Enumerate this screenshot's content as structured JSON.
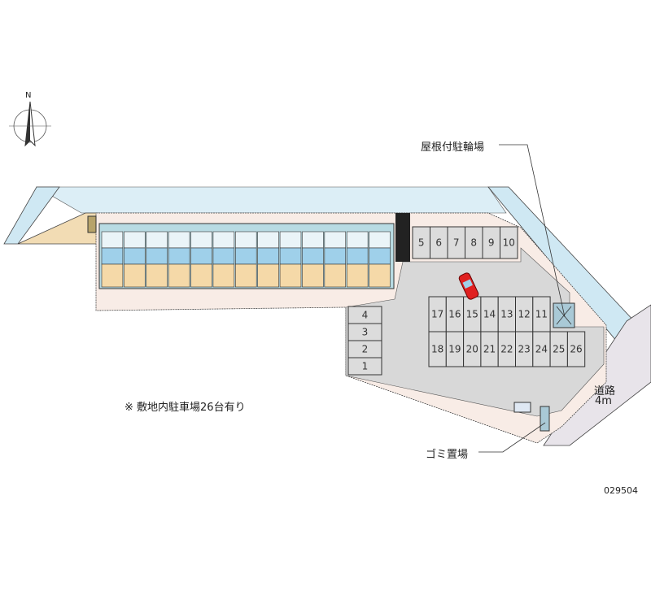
{
  "compass": {
    "label": "N"
  },
  "labels": {
    "bicycle_parking": "屋根付駐輪場",
    "garbage": "ゴミ置場",
    "road_name": "道路",
    "road_width": "4m",
    "note": "※ 敷地内駐車場26台有り",
    "property_id": "029504"
  },
  "parking": {
    "top_row": [
      "5",
      "6",
      "7",
      "8",
      "9",
      "10"
    ],
    "middle_row": [
      "17",
      "16",
      "15",
      "14",
      "13",
      "12",
      "11"
    ],
    "bottom_row": [
      "18",
      "19",
      "20",
      "21",
      "22",
      "23",
      "24",
      "25",
      "26"
    ],
    "left_column": [
      "4",
      "3",
      "2",
      "1"
    ],
    "total": 26
  },
  "building": {
    "units": 13
  },
  "colors": {
    "water": "#cfe8f3",
    "lot": "#f8ece6",
    "parking": "#d8d8d8",
    "unit": "#f5d9a8",
    "car": "#e02020"
  }
}
